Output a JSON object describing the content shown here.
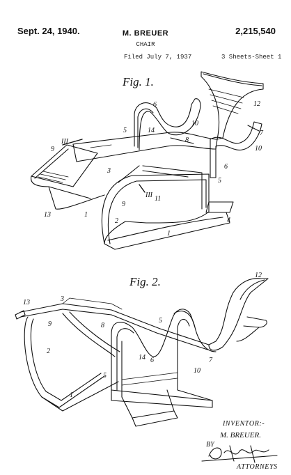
{
  "header": {
    "date": "Sept. 24, 1940.",
    "inventor": "M. BREUER",
    "patent_number": "2,215,540",
    "title": "CHAIR",
    "filed": "Filed July 7, 1937",
    "sheets": "3 Sheets-Sheet 1"
  },
  "figures": [
    {
      "label": "Fig. 1.",
      "refs": [
        "6",
        "12",
        "5",
        "14",
        "10",
        "7",
        "III",
        "8",
        "9",
        "10",
        "6",
        "3",
        "5",
        "9",
        "III",
        "11",
        "13",
        "1",
        "2",
        "4",
        "1"
      ]
    },
    {
      "label": "Fig. 2.",
      "refs": [
        "12",
        "13",
        "3",
        "5",
        "9",
        "8",
        "2",
        "14",
        "6",
        "10",
        "7",
        "5",
        "1"
      ]
    }
  ],
  "signature": {
    "inventor_label": "INVENTOR:-",
    "inventor_name": "M. BREUER.",
    "by": "BY",
    "attorneys": "ATTORNEYS"
  }
}
